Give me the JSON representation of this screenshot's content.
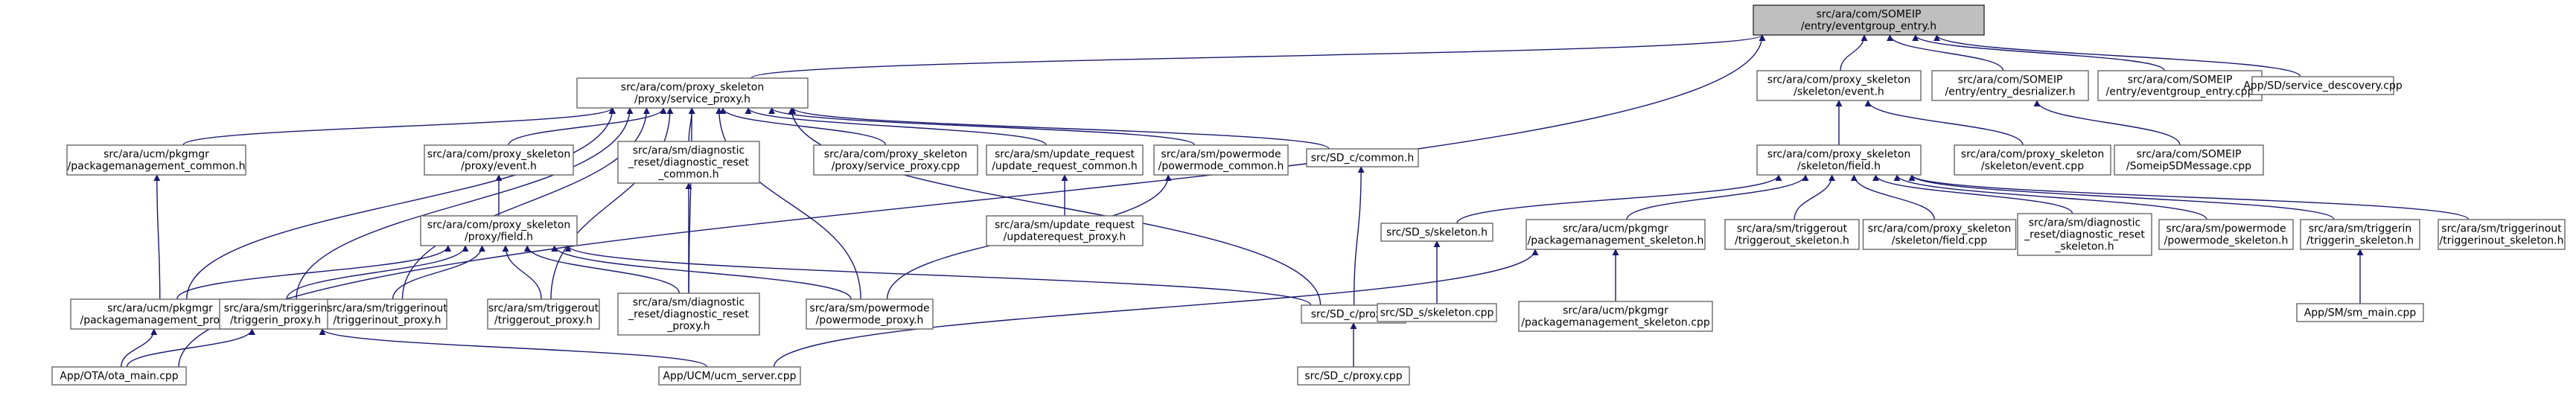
{
  "nodes": [
    {
      "id": "root",
      "lines": [
        "src/ara/com/SOMEIP",
        "/entry/eventgroup_entry.h"
      ],
      "root": true
    },
    {
      "id": "service_proxy",
      "lines": [
        "src/ara/com/proxy_skeleton",
        "/proxy/service_proxy.h"
      ]
    },
    {
      "id": "skel_event",
      "lines": [
        "src/ara/com/proxy_skeleton",
        "/skeleton/event.h"
      ]
    },
    {
      "id": "entry_deser",
      "lines": [
        "src/ara/com/SOMEIP",
        "/entry/entry_desrializer.h"
      ]
    },
    {
      "id": "eg_entry_cpp",
      "lines": [
        "src/ara/com/SOMEIP",
        "/entry/eventgroup_entry.cpp"
      ]
    },
    {
      "id": "sd_descovery",
      "lines": [
        "App/SD/service_descovery.cpp"
      ]
    },
    {
      "id": "pkg_common",
      "lines": [
        "src/ara/ucm/pkgmgr",
        "/packagemanagement_common.h"
      ]
    },
    {
      "id": "proxy_event",
      "lines": [
        "src/ara/com/proxy_skeleton",
        "/proxy/event.h"
      ]
    },
    {
      "id": "diag_common",
      "lines": [
        "src/ara/sm/diagnostic",
        "_reset/diagnostic_reset",
        "_common.h"
      ]
    },
    {
      "id": "service_proxy_cpp",
      "lines": [
        "src/ara/com/proxy_skeleton",
        "/proxy/service_proxy.cpp"
      ]
    },
    {
      "id": "update_common",
      "lines": [
        "src/ara/sm/update_request",
        "/update_request_common.h"
      ]
    },
    {
      "id": "power_common",
      "lines": [
        "src/ara/sm/powermode",
        "/powermode_common.h"
      ]
    },
    {
      "id": "sd_common",
      "lines": [
        "src/SD_c/common.h"
      ]
    },
    {
      "id": "skel_event_cpp",
      "lines": [
        "src/ara/com/proxy_skeleton",
        "/skeleton/event.cpp"
      ]
    },
    {
      "id": "somesd_msg",
      "lines": [
        "src/ara/com/SOMEIP",
        "/SomeipSDMessage.cpp"
      ]
    },
    {
      "id": "skel_field",
      "lines": [
        "src/ara/com/proxy_skeleton",
        "/skeleton/field.h"
      ]
    },
    {
      "id": "update_proxy",
      "lines": [
        "src/ara/sm/update_request",
        "/updaterequest_proxy.h"
      ]
    },
    {
      "id": "proxy_field",
      "lines": [
        "src/ara/com/proxy_skeleton",
        "/proxy/field.h"
      ]
    },
    {
      "id": "sd_s_skel",
      "lines": [
        "src/SD_s/skeleton.h"
      ]
    },
    {
      "id": "pkg_skel",
      "lines": [
        "src/ara/ucm/pkgmgr",
        "/packagemanagement_skeleton.h"
      ]
    },
    {
      "id": "trigout_skel",
      "lines": [
        "src/ara/sm/triggerout",
        "/triggerout_skeleton.h"
      ]
    },
    {
      "id": "skel_field_cpp",
      "lines": [
        "src/ara/com/proxy_skeleton",
        "/skeleton/field.cpp"
      ]
    },
    {
      "id": "diag_skel",
      "lines": [
        "src/ara/sm/diagnostic",
        "_reset/diagnostic_reset",
        "_skeleton.h"
      ]
    },
    {
      "id": "power_skel",
      "lines": [
        "src/ara/sm/powermode",
        "/powermode_skeleton.h"
      ]
    },
    {
      "id": "trigin_skel",
      "lines": [
        "src/ara/sm/triggerin",
        "/triggerin_skeleton.h"
      ]
    },
    {
      "id": "triginout_skel",
      "lines": [
        "src/ara/sm/triggerinout",
        "/triggerinout_skeleton.h"
      ]
    },
    {
      "id": "pkg_proxy",
      "lines": [
        "src/ara/ucm/pkgmgr",
        "/packagemanagement_proxy.h"
      ]
    },
    {
      "id": "trigin_proxy",
      "lines": [
        "src/ara/sm/triggerin",
        "/triggerin_proxy.h"
      ]
    },
    {
      "id": "triginout_proxy",
      "lines": [
        "src/ara/sm/triggerinout",
        "/triggerinout_proxy.h"
      ]
    },
    {
      "id": "trigout_proxy",
      "lines": [
        "src/ara/sm/triggerout",
        "/triggerout_proxy.h"
      ]
    },
    {
      "id": "diag_proxy",
      "lines": [
        "src/ara/sm/diagnostic",
        "_reset/diagnostic_reset",
        "_proxy.h"
      ]
    },
    {
      "id": "power_proxy",
      "lines": [
        "src/ara/sm/powermode",
        "/powermode_proxy.h"
      ]
    },
    {
      "id": "sd_c_proxy",
      "lines": [
        "src/SD_c/proxy.h"
      ]
    },
    {
      "id": "sd_s_skel_cpp",
      "lines": [
        "src/SD_s/skeleton.cpp"
      ]
    },
    {
      "id": "pkg_skel_cpp",
      "lines": [
        "src/ara/ucm/pkgmgr",
        "/packagemanagement_skeleton.cpp"
      ]
    },
    {
      "id": "sm_main",
      "lines": [
        "App/SM/sm_main.cpp"
      ]
    },
    {
      "id": "ota_main",
      "lines": [
        "App/OTA/ota_main.cpp"
      ]
    },
    {
      "id": "ucm_server",
      "lines": [
        "App/UCM/ucm_server.cpp"
      ]
    },
    {
      "id": "sd_c_proxy_cpp",
      "lines": [
        "src/SD_c/proxy.cpp"
      ]
    }
  ],
  "edges": [
    [
      "service_proxy",
      "root"
    ],
    [
      "skel_event",
      "root"
    ],
    [
      "entry_deser",
      "root"
    ],
    [
      "eg_entry_cpp",
      "root"
    ],
    [
      "sd_descovery",
      "root"
    ],
    [
      "ota_main",
      "root"
    ],
    [
      "pkg_common",
      "service_proxy"
    ],
    [
      "proxy_event",
      "service_proxy"
    ],
    [
      "diag_common",
      "service_proxy"
    ],
    [
      "service_proxy_cpp",
      "service_proxy"
    ],
    [
      "update_common",
      "service_proxy"
    ],
    [
      "power_common",
      "service_proxy"
    ],
    [
      "sd_common",
      "service_proxy"
    ],
    [
      "pkg_proxy",
      "service_proxy"
    ],
    [
      "trigin_proxy",
      "service_proxy"
    ],
    [
      "triginout_proxy",
      "service_proxy"
    ],
    [
      "trigout_proxy",
      "service_proxy"
    ],
    [
      "diag_proxy",
      "service_proxy"
    ],
    [
      "power_proxy",
      "service_proxy"
    ],
    [
      "sd_c_proxy",
      "service_proxy"
    ],
    [
      "skel_field",
      "skel_event"
    ],
    [
      "skel_event_cpp",
      "skel_event"
    ],
    [
      "somesd_msg",
      "entry_deser"
    ],
    [
      "sd_s_skel",
      "skel_field"
    ],
    [
      "pkg_skel",
      "skel_field"
    ],
    [
      "trigout_skel",
      "skel_field"
    ],
    [
      "skel_field_cpp",
      "skel_field"
    ],
    [
      "diag_skel",
      "skel_field"
    ],
    [
      "power_skel",
      "skel_field"
    ],
    [
      "trigin_skel",
      "skel_field"
    ],
    [
      "triginout_skel",
      "skel_field"
    ],
    [
      "pkg_proxy",
      "pkg_common"
    ],
    [
      "proxy_field",
      "proxy_event"
    ],
    [
      "diag_proxy",
      "diag_common"
    ],
    [
      "update_proxy",
      "update_common"
    ],
    [
      "power_proxy",
      "power_common"
    ],
    [
      "sd_c_proxy",
      "sd_common"
    ],
    [
      "pkg_proxy",
      "proxy_field"
    ],
    [
      "trigin_proxy",
      "proxy_field"
    ],
    [
      "triginout_proxy",
      "proxy_field"
    ],
    [
      "trigout_proxy",
      "proxy_field"
    ],
    [
      "diag_proxy",
      "proxy_field"
    ],
    [
      "power_proxy",
      "proxy_field"
    ],
    [
      "sd_c_proxy",
      "proxy_field"
    ],
    [
      "sd_s_skel_cpp",
      "sd_s_skel"
    ],
    [
      "pkg_skel_cpp",
      "pkg_skel"
    ],
    [
      "ucm_server",
      "pkg_skel"
    ],
    [
      "sm_main",
      "trigin_skel"
    ],
    [
      "ota_main",
      "pkg_proxy"
    ],
    [
      "ota_main",
      "trigin_proxy"
    ],
    [
      "ucm_server",
      "trigin_proxy"
    ],
    [
      "sd_c_proxy_cpp",
      "sd_c_proxy"
    ]
  ],
  "colors": {
    "edge": "#191970",
    "node_border": "#666666",
    "root_fill": "#bfbfbf"
  }
}
